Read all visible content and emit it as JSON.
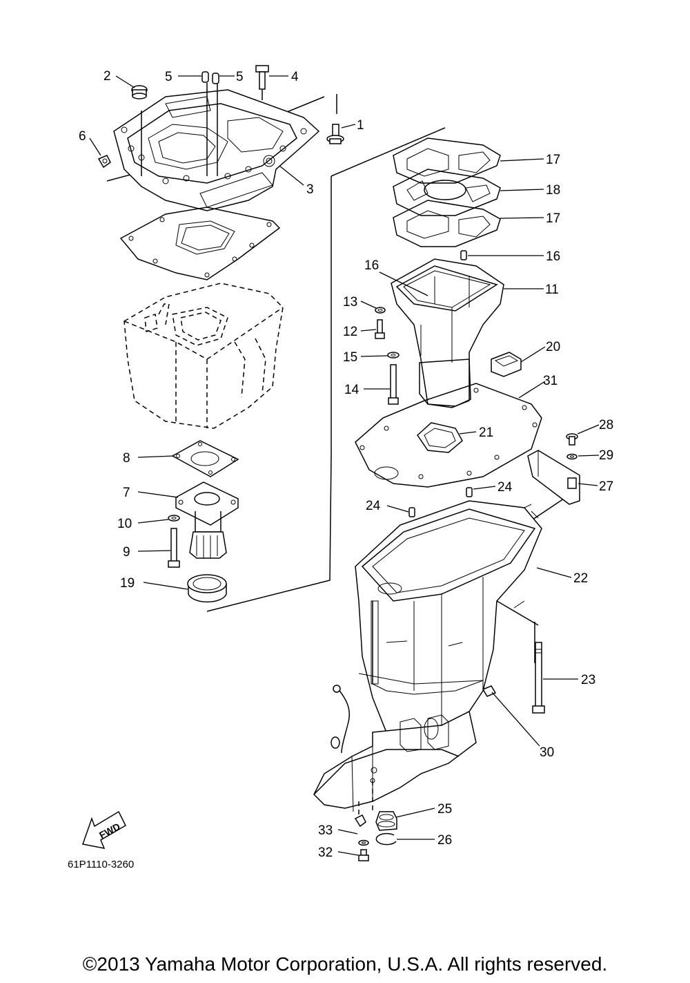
{
  "diagram": {
    "part_number": "61P1110-3260",
    "fwd_label": "FWD",
    "callouts": [
      "1",
      "2",
      "3",
      "4",
      "5",
      "5",
      "6",
      "7",
      "8",
      "9",
      "10",
      "11",
      "12",
      "13",
      "14",
      "15",
      "16",
      "16",
      "17",
      "17",
      "18",
      "19",
      "20",
      "21",
      "22",
      "23",
      "24",
      "24",
      "25",
      "26",
      "27",
      "28",
      "29",
      "30",
      "31",
      "32",
      "33"
    ]
  },
  "footer": {
    "copyright": "©2013 Yamaha Motor Corporation, U.S.A. All rights reserved."
  }
}
